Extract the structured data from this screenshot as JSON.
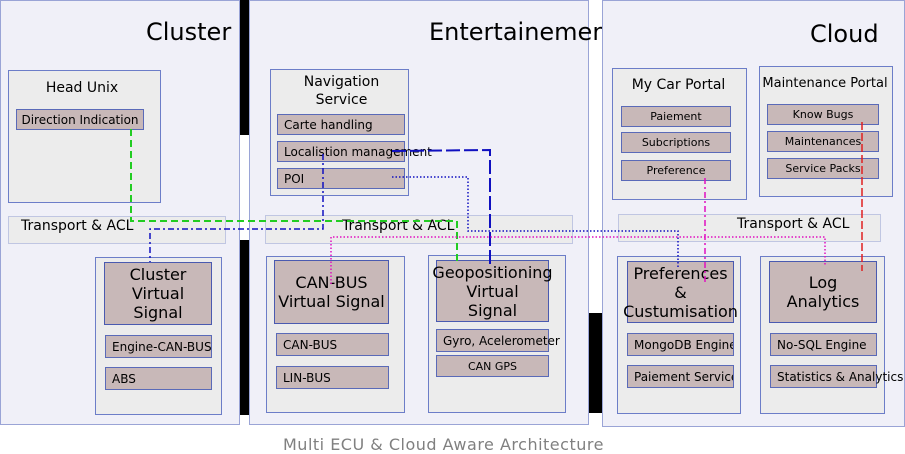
{
  "colors": {
    "green": "#22cc22",
    "blue": "#1010c0",
    "magenta": "#e010c0",
    "red": "#e02020"
  },
  "caption": "Multi ECU & Cloud Aware Architecture",
  "cluster": {
    "title": "Cluster",
    "head_unix": {
      "label": "Head Unix",
      "items": [
        "Direction Indication"
      ]
    },
    "transport": "Transport & ACL",
    "signal": {
      "line1": "Cluster",
      "line2": "Virtual Signal",
      "items": [
        "Engine-CAN-BUS",
        "ABS"
      ]
    }
  },
  "entertainment": {
    "title": "Entertainement",
    "navigation": {
      "line1": "Navigation",
      "line2": "Service",
      "items": [
        "Carte handling",
        "Localistion management",
        "POI"
      ]
    },
    "transport": "Transport & ACL",
    "canbus": {
      "line1": "CAN-BUS",
      "line2": "Virtual Signal",
      "items": [
        "CAN-BUS",
        "LIN-BUS"
      ]
    },
    "geo": {
      "line1": "Geopositioning",
      "line2": "Virtual",
      "line3": "Signal",
      "items": [
        "Gyro, Acelerometer",
        "CAN GPS"
      ]
    }
  },
  "cloud": {
    "title": "Cloud",
    "portal": {
      "label": "My Car Portal",
      "items": [
        "Paiement",
        "Subcriptions",
        "Preference"
      ]
    },
    "maintenance": {
      "label": "Maintenance Portal",
      "items": [
        "Know Bugs",
        "Maintenances",
        "Service Packs"
      ]
    },
    "transport": "Transport & ACL",
    "preferences": {
      "line1": "Preferences",
      "line2": "&",
      "line3": "Custumisation",
      "items": [
        "MongoDB Engine",
        "Paiement Service"
      ]
    },
    "log": {
      "line1": "Log",
      "line2": "Analytics",
      "items": [
        "No-SQL Engine",
        "Statistics & Analytics"
      ]
    }
  }
}
